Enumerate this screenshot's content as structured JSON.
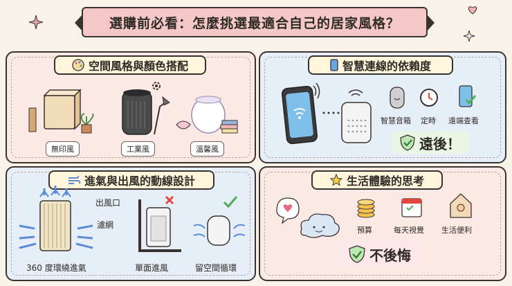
{
  "title": "選購前必看：怎麼挑選最適合自己的居家風格？",
  "sections": {
    "style": {
      "heading": "空間風格與顏色搭配",
      "items": [
        "無印風",
        "工業風",
        "溫馨風"
      ]
    },
    "smart": {
      "heading": "智慧連線的依賴度",
      "features": [
        "智慧音箱",
        "定時",
        "遠端查看"
      ],
      "result": "遠後！"
    },
    "airflow": {
      "heading": "進氣與出風的動線設計",
      "callouts": [
        "出風口",
        "濾網"
      ],
      "items": [
        "360 度環繞進氣",
        "單面進風",
        "留空間循環"
      ]
    },
    "life": {
      "heading": "生活體驗的思考",
      "factors": [
        "預算",
        "每天視覺",
        "生活便利"
      ],
      "result": "不後悔"
    }
  },
  "colors": {
    "title_bg": "#f3c8c6",
    "pink_panel": "#fbe9e6",
    "blue_panel": "#e6eef8",
    "header_bg": "#fff6dc",
    "check_green": "#4caf50",
    "cross_red": "#e0483e"
  }
}
